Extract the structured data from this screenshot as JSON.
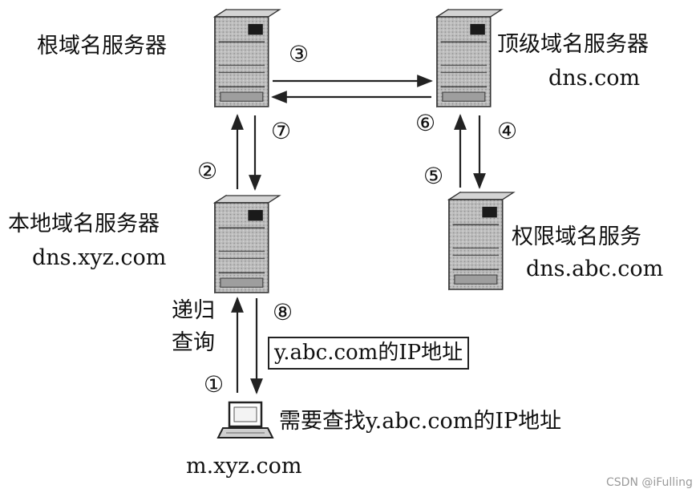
{
  "servers": {
    "root": {
      "title": "根域名服务器"
    },
    "tld": {
      "title": "顶级域名服务器",
      "host": "dns.com"
    },
    "local": {
      "title": "本地域名服务器",
      "host": "dns.xyz.com"
    },
    "auth": {
      "title": "权限域名服务",
      "host": "dns.abc.com"
    }
  },
  "client": {
    "host": "m.xyz.com",
    "request": "需要查找y.abc.com的IP地址"
  },
  "query_mode": {
    "line1": "递归",
    "line2": "查询"
  },
  "answer_box": "y.abc.com的IP地址",
  "steps": [
    "①",
    "②",
    "③",
    "④",
    "⑤",
    "⑥",
    "⑦",
    "⑧"
  ],
  "watermark": "CSDN @iFulling"
}
